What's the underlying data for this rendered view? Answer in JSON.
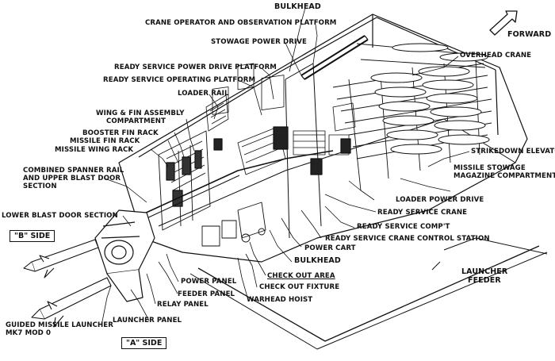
{
  "labels": {
    "bulkhead_top": "BULKHEAD",
    "crane_operator": "CRANE OPERATOR AND OBSERVATION PLATFORM",
    "stowage_power_drive": "STOWAGE POWER DRIVE",
    "ready_service_power_drive_platform": "READY SERVICE POWER DRIVE PLATFORM",
    "ready_service_operating_platform": "READY SERVICE OPERATING PLATFORM",
    "loader_rail": "LOADER RAIL",
    "wing_fin_assembly_1": "WING & FIN ASSEMBLY",
    "wing_fin_assembly_2": "COMPARTMENT",
    "booster_fin_rack": "BOOSTER FIN RACK",
    "missile_fin_rack": "MISSILE FIN RACK",
    "missile_wing_rack": "MISSILE WING RACK",
    "combined_spanner_1": "COMBINED SPANNER RAIL",
    "combined_spanner_2": "AND UPPER BLAST DOOR",
    "combined_spanner_3": "SECTION",
    "lower_blast_door": "LOWER BLAST DOOR SECTION",
    "forward": "FORWARD",
    "overhead_crane": "OVERHEAD CRANE",
    "strikedown_elevator": "STRIKEDOWN ELEVATOR",
    "missile_stowage_1": "MISSILE STOWAGE",
    "missile_stowage_2": "MAGAZINE COMPARTMENT",
    "loader_power_drive": "LOADER POWER DRIVE",
    "ready_service_crane": "READY SERVICE CRANE",
    "ready_service_compt": "READY SERVICE COMP'T",
    "ready_service_crane_control": "READY SERVICE CRANE CONTROL STATION",
    "power_cart": "POWER CART",
    "bulkhead_bottom": "BULKHEAD",
    "check_out_area": "CHECK OUT AREA",
    "check_out_fixture": "CHECK OUT FIXTURE",
    "warhead_hoist": "WARHEAD HOIST",
    "power_panel": "POWER PANEL",
    "feeder_panel": "FEEDER PANEL",
    "relay_panel": "RELAY PANEL",
    "launcher_panel": "LAUNCHER PANEL",
    "guided_missile_launcher_1": "GUIDED MISSILE LAUNCHER",
    "guided_missile_launcher_2": "MK7  MOD 0",
    "b_side": "\"B\" SIDE",
    "a_side": "\"A\" SIDE",
    "launcher_feeder_1": "LAUNCHER",
    "launcher_feeder_2": "FEEDER"
  },
  "colors": {
    "ink": "#111111",
    "paper": "#ffffff"
  }
}
